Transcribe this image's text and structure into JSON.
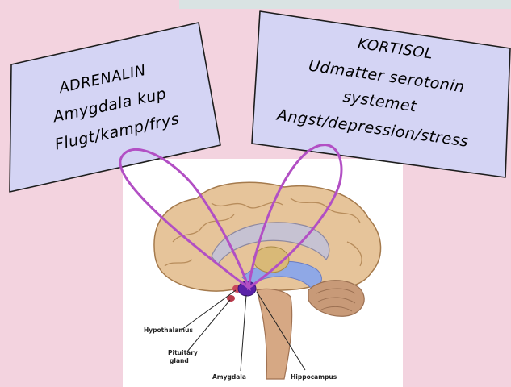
{
  "note_left": {
    "line1": "ADRENALIN",
    "line2": "Amygdala kup",
    "line3": "Flugt/kamp/frys"
  },
  "note_right": {
    "line1": "KORTISOL",
    "line2": "Udmatter serotonin",
    "line3": "systemet",
    "line4": "Angst/depression/stress"
  },
  "brain_labels": {
    "hypothalamus": "Hypothalamus",
    "pituitary_line1": "Pituitary",
    "pituitary_line2": "gland",
    "amygdala": "Amygdala",
    "hippocampus": "Hippocampus"
  },
  "colors": {
    "background": "#f3d3df",
    "note_fill": "#d4d4f4",
    "loop_stroke": "#b24fc4"
  }
}
